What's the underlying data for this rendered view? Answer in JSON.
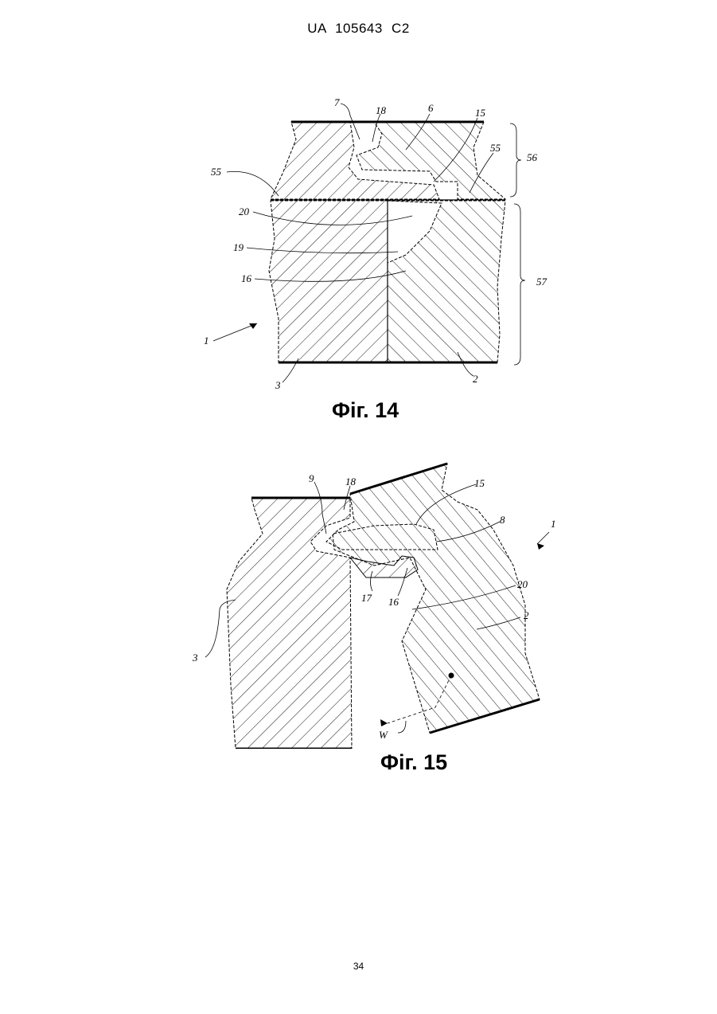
{
  "header": {
    "text": "UA   105643   C2"
  },
  "figures": [
    {
      "caption": "Фіг. 14",
      "labels": {
        "l7": "7",
        "l18": "18",
        "l6": "6",
        "l15": "15",
        "l55a": "55",
        "l55b": "55",
        "l56": "56",
        "l57": "57",
        "l20": "20",
        "l19": "19",
        "l16": "16",
        "l1": "1",
        "l3": "3",
        "l2": "2"
      }
    },
    {
      "caption": "Фіг. 15",
      "labels": {
        "l9": "9",
        "l18": "18",
        "l15": "15",
        "l8": "8",
        "l1": "1",
        "l17": "17",
        "l16": "16",
        "l20": "20",
        "l2": "2",
        "l3": "3",
        "lW": "W"
      }
    }
  ],
  "page_number": "34"
}
